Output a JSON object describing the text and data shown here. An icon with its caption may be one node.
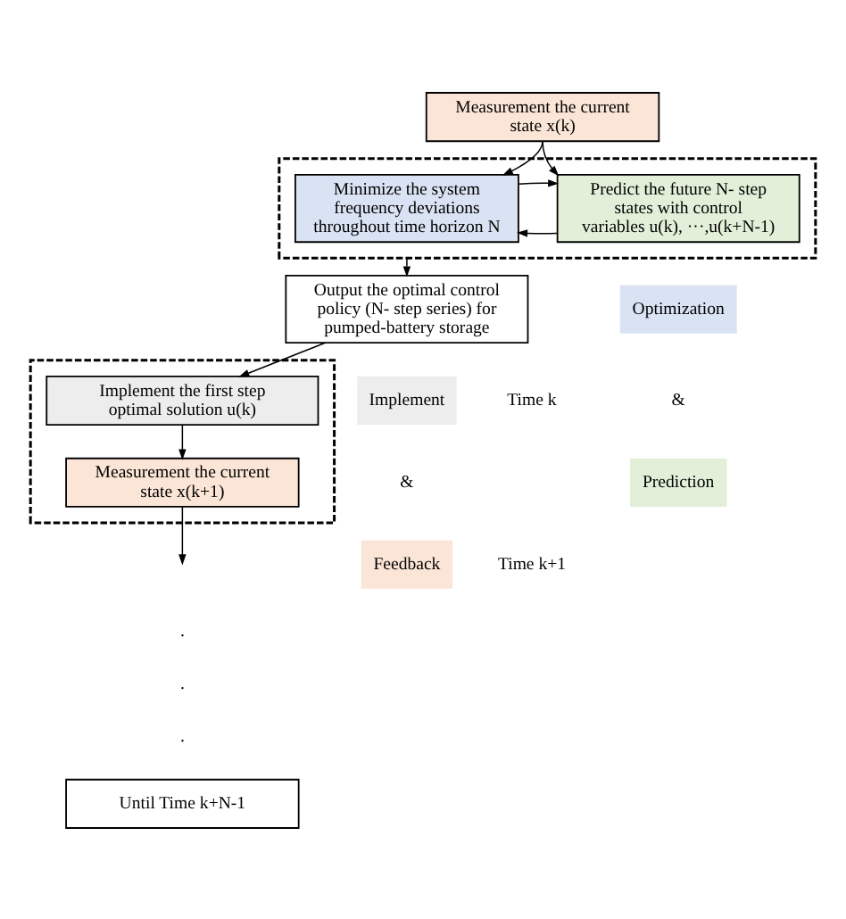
{
  "diagram": {
    "nodes": [
      {
        "text": [
          "Measurement the current state x(k)"
        ]
      },
      {
        "text": [],
        "shape": "box"
      },
      {
        "text": [
          "Minimize the system frequency deviations throughout time horizon N"
        ],
        "in": 1
      },
      {
        "text": [
          "Predict the future N- step states with control variables u(k), ···,u(k+N-1)"
        ],
        "in": 1
      },
      {
        "text": [
          "Output the optimal control policy (N- step series) for pumped-battery storage"
        ]
      },
      {
        "text": [],
        "shape": "box"
      },
      {
        "text": [
          "Implement the first step optimal solution u(k)"
        ],
        "in": 5
      },
      {
        "text": [
          "Measurement the current state x(k+1)"
        ],
        "in": 5
      },
      {
        "text": [
          "Until Time k+N-1"
        ]
      }
    ],
    "edges": [
      {
        "from": 0,
        "to": 2,
        "arrow": "to"
      },
      {
        "from": 0,
        "to": 3,
        "arrow": "to"
      },
      {
        "from": 3,
        "to": 2,
        "arrow": "to"
      },
      {
        "from": 2,
        "to": 3,
        "arrow": "to"
      },
      {
        "from": 1,
        "to": 4,
        "arrow": "to"
      },
      {
        "from": 4,
        "to": 6,
        "arrow": "to"
      },
      {
        "from": 6,
        "to": 7,
        "arrow": "to"
      },
      {
        "from": 7,
        "to": null,
        "arrow": "to"
      }
    ],
    "labels": [
      "&",
      "Time k",
      "&",
      "Time k+1",
      ".",
      ".",
      "."
    ],
    "legend": [
      {
        "text": "Optimization",
        "color": "#dae3f3"
      },
      {
        "text": "Prediction",
        "color": "#e2f0d9"
      },
      {
        "text": "Implement",
        "color": "#ededed"
      },
      {
        "text": "Feedback",
        "color": "#fbe5d6"
      }
    ]
  }
}
